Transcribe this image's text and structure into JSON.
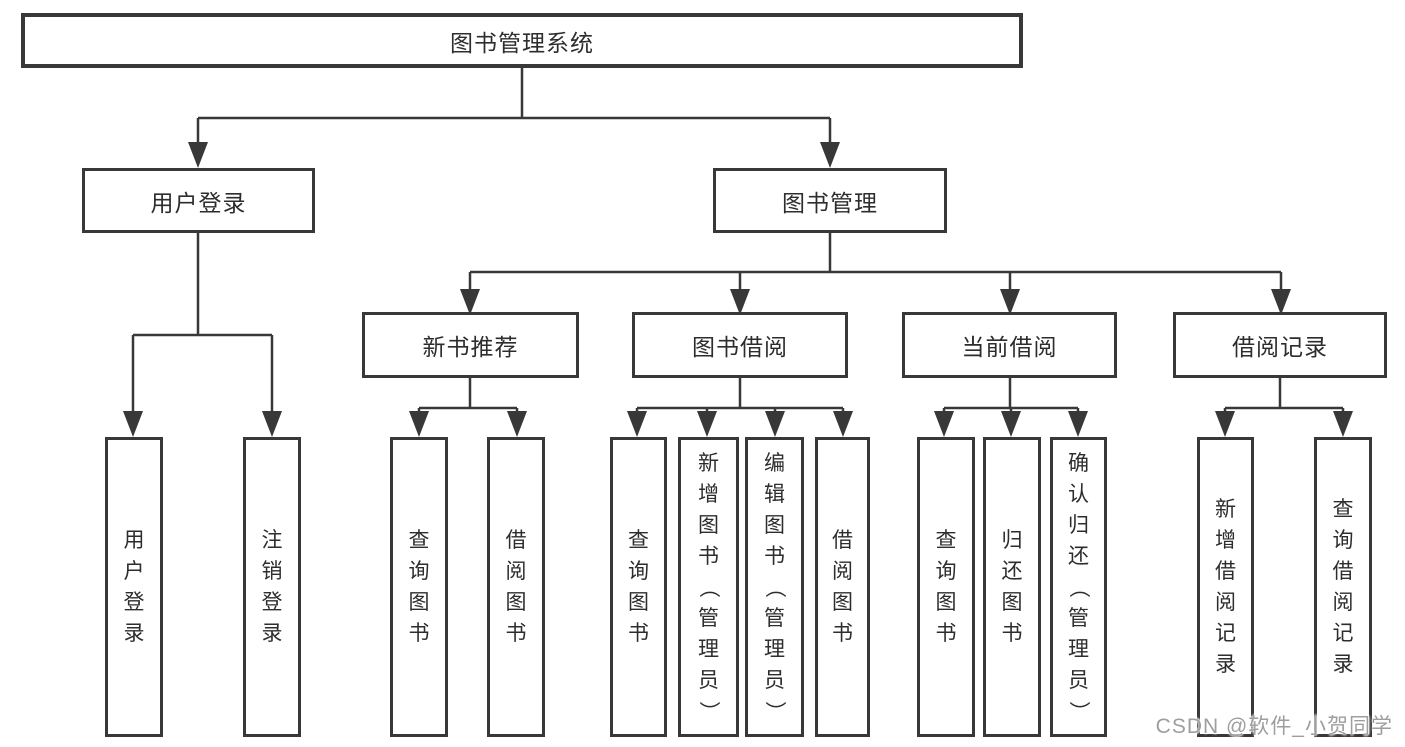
{
  "diagram": {
    "type": "tree",
    "title": "图书管理系统",
    "nodes": {
      "root": "图书管理系统",
      "l2_user_login": "用户登录",
      "l2_book_management": "图书管理",
      "l3_new_book_recommend": "新书推荐",
      "l3_book_borrowing": "图书借阅",
      "l3_current_borrowing": "当前借阅",
      "l3_borrowing_records": "借阅记录",
      "v_user_login": "用户登录",
      "v_logout": "注销登录",
      "v_query_books_recommend": "查询图书",
      "v_borrow_books_recommend": "借阅图书",
      "v_query_books_borrowing": "查询图书",
      "v_add_books_admin": "新增图书（管理员）",
      "v_edit_books_admin": "编辑图书（管理员）",
      "v_borrow_books_borrowing": "借阅图书",
      "v_query_books_current": "查询图书",
      "v_return_books": "归还图书",
      "v_confirm_return_admin": "确认归还（管理员）",
      "v_add_borrow_record": "新增借阅记录",
      "v_query_borrow_record": "查询借阅记录"
    },
    "structure": {
      "图书管理系统": {
        "用户登录": [
          "用户登录",
          "注销登录"
        ],
        "图书管理": {
          "新书推荐": [
            "查询图书",
            "借阅图书"
          ],
          "图书借阅": [
            "查询图书",
            "新增图书（管理员）",
            "编辑图书（管理员）",
            "借阅图书"
          ],
          "当前借阅": [
            "查询图书",
            "归还图书",
            "确认归还（管理员）"
          ],
          "借阅记录": [
            "新增借阅记录",
            "查询借阅记录"
          ]
        }
      }
    },
    "colors": {
      "line": "#383838",
      "box_border": "#383838",
      "box_fill": "#ffffff",
      "text": "#2d2d2d",
      "watermark_text": "#9e9e9e"
    }
  },
  "watermark": "CSDN @软件_小贺同学"
}
